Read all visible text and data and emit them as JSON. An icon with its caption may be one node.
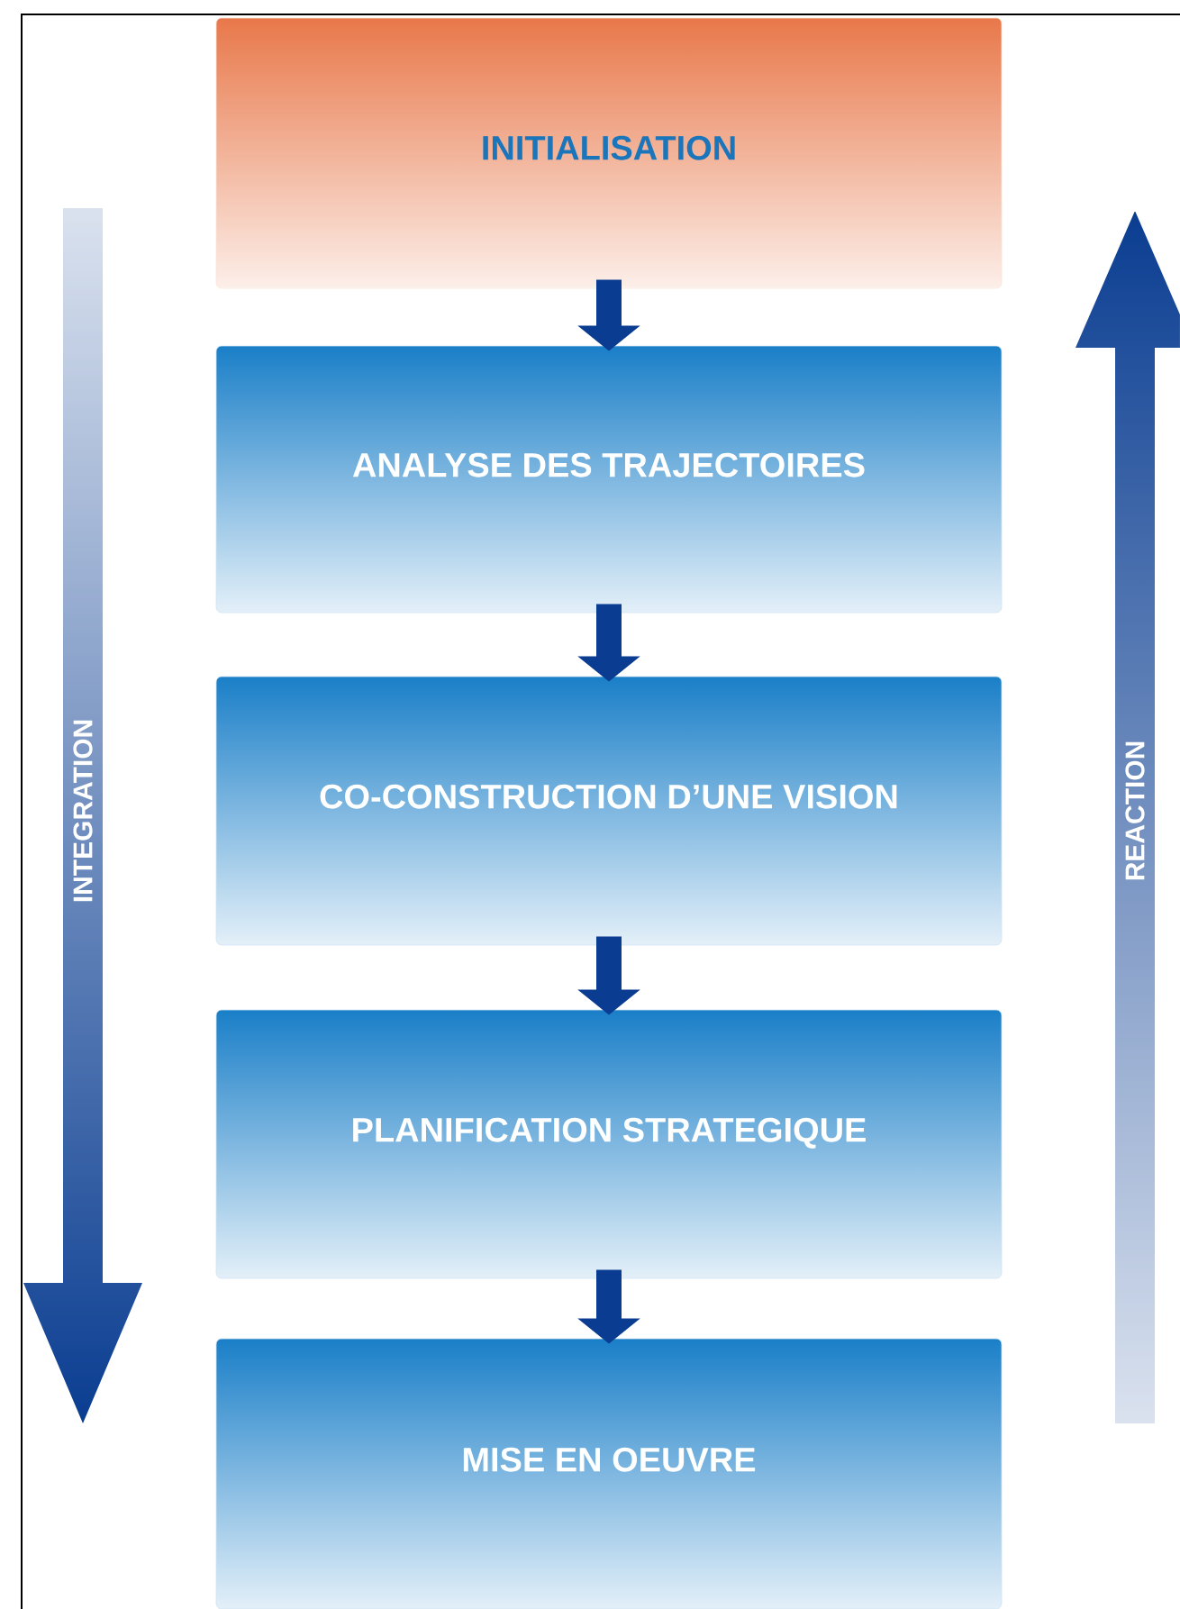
{
  "diagram": {
    "nodes": [
      {
        "text": [
          "INITIALISATION"
        ]
      },
      {
        "text": [
          "ANALYSE DES TRAJECTOIRES"
        ]
      },
      {
        "text": [
          "CO-CONSTRUCTION D’UNE VISION"
        ]
      },
      {
        "text": [
          "PLANIFICATION STRATEGIQUE"
        ]
      },
      {
        "text": [
          "MISE EN OEUVRE"
        ]
      }
    ],
    "edges": [
      {
        "from": 0,
        "to": 1,
        "arrow": "to"
      },
      {
        "from": 1,
        "to": 2,
        "arrow": "to"
      },
      {
        "from": 2,
        "to": 3,
        "arrow": "to"
      },
      {
        "from": 3,
        "to": 4,
        "arrow": "to"
      }
    ],
    "labels": [
      "INTEGRATION",
      "REACTION"
    ]
  }
}
